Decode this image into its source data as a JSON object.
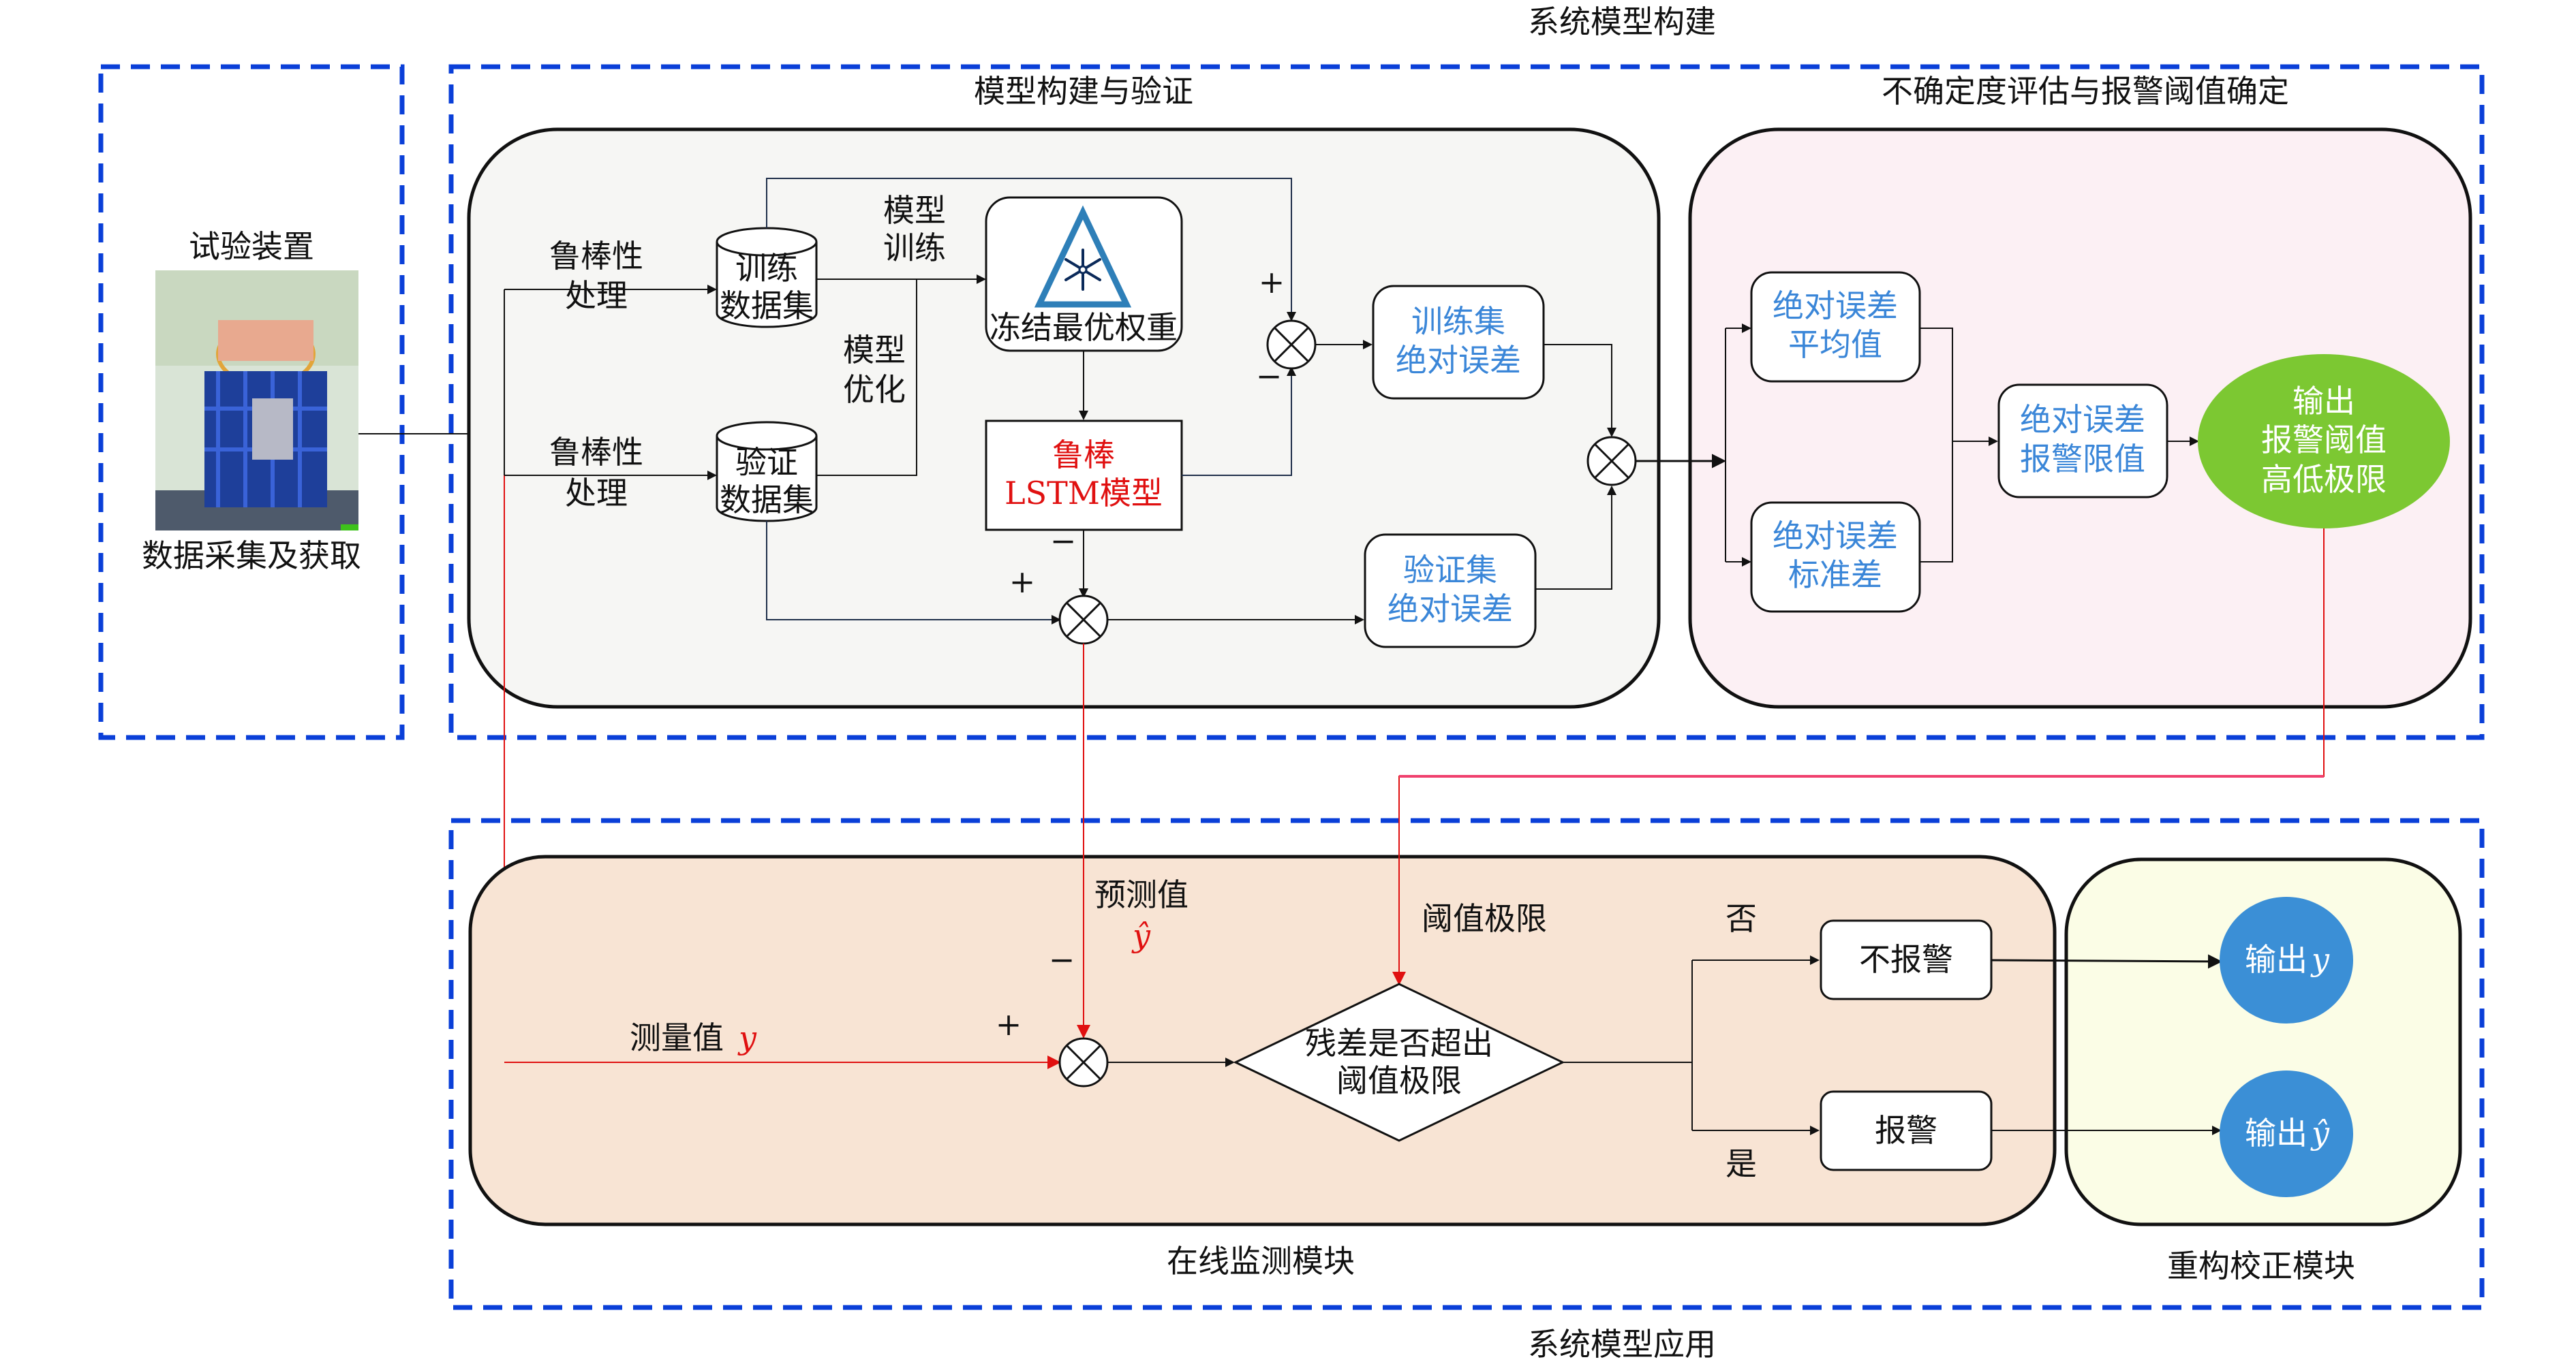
{
  "titles": {
    "system_build": "系统模型构建",
    "system_apply": "系统模型应用",
    "model_build_verify": "模型构建与验证",
    "uncertainty_threshold": "不确定度评估与报警阈值确定",
    "online_monitoring": "在线监测模块",
    "reconstruct_correct": "重构校正模块"
  },
  "data_acquisition": {
    "top_label": "试验装置",
    "bottom_label": "数据采集及获取",
    "image_alt": "test-rig-photo"
  },
  "model_panel": {
    "robust_proc_1": [
      "鲁棒性",
      "处理"
    ],
    "robust_proc_2": [
      "鲁棒性",
      "处理"
    ],
    "train_dataset": [
      "训练",
      "数据集"
    ],
    "valid_dataset": [
      "验证",
      "数据集"
    ],
    "model_train": [
      "模型",
      "训练"
    ],
    "model_optimize": [
      "模型",
      "优化"
    ],
    "freeze_weights": "冻结最优权重",
    "lstm_model": [
      "鲁棒",
      "LSTM模型"
    ],
    "train_abs_error": [
      "训练集",
      "绝对误差"
    ],
    "valid_abs_error": [
      "验证集",
      "绝对误差"
    ],
    "plus": "+",
    "minus": "−"
  },
  "uncertainty_panel": {
    "abs_err_mean": [
      "绝对误差",
      "平均值"
    ],
    "abs_err_std": [
      "绝对误差",
      "标准差"
    ],
    "abs_err_limit": [
      "绝对误差",
      "报警限值"
    ],
    "output_threshold": [
      "输出",
      "报警阈值",
      "高低极限"
    ]
  },
  "online_panel": {
    "predicted_label": "预测值",
    "predicted_symbol": "ŷ",
    "measured_label": "测量值",
    "measured_symbol": "y",
    "threshold_label": "阈值极限",
    "decision": [
      "残差是否超出",
      "阈值极限"
    ],
    "no": "否",
    "yes": "是",
    "no_alarm": "不报警",
    "alarm": "报警",
    "plus": "+",
    "minus": "−"
  },
  "reconstruct_panel": {
    "output_y": "输出",
    "output_y_sym": "y",
    "output_yhat": "输出",
    "output_yhat_sym": "ŷ"
  },
  "colors": {
    "dash_blue": "#0a3fd8",
    "flow_red": "#e01010",
    "text_blue": "#3a86d8",
    "green": "#7cc832",
    "output_blue": "#3b8fd6",
    "grey_panel": "#f6f6f4",
    "pink_panel": "#fcf0f4",
    "peach_panel": "#f8e4d4",
    "yellow_panel": "#fbfde6"
  }
}
